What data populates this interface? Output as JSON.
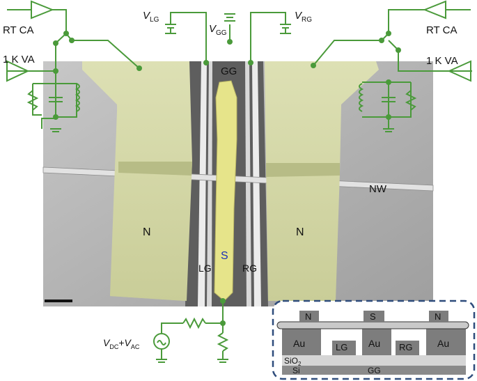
{
  "labels": {
    "rt_ca_left": "RT CA",
    "rt_ca_right": "RT CA",
    "va_left": "1 K VA",
    "va_right": "1 K VA",
    "v": "V",
    "v_lg_sub": "LG",
    "v_gg_sub": "GG",
    "v_rg_sub": "RG",
    "gg_top": "GG",
    "nw": "NW",
    "n_left": "N",
    "n_right": "N",
    "s": "S",
    "lg": "LG",
    "rg": "RG",
    "vdc_sub": "DC",
    "plus": "+",
    "vac_sub": "AC"
  },
  "inset": {
    "n1": "N",
    "s": "S",
    "n2": "N",
    "au1": "Au",
    "lg": "LG",
    "au2": "Au",
    "rg": "RG",
    "au3": "Au",
    "sio": "SiO",
    "sio_sub": "2",
    "si": "Si",
    "gg": "GG"
  },
  "colors": {
    "wire": "#4a9a3a",
    "lead": "#d6d9a8",
    "sem_bg": "#b9b9b9",
    "s_label": "#1a2fb5",
    "inset_border": "#2e4c7c"
  }
}
